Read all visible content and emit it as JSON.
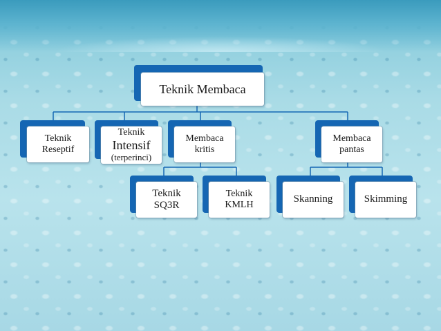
{
  "diagram": {
    "root": "Teknik Membaca",
    "level1": [
      {
        "id": "reseptif",
        "label": "Teknik\nReseptif"
      },
      {
        "id": "intensif",
        "line1": "Teknik",
        "line2": "Intensif",
        "line3": "(terperinci)"
      },
      {
        "id": "kritis",
        "label": "Membaca\nkritis"
      },
      {
        "id": "pantas",
        "label": "Membaca\npantas"
      }
    ],
    "level2": [
      {
        "id": "sq3r",
        "label": "Teknik\nSQ3R"
      },
      {
        "id": "kmlh",
        "label": "Teknik\nKMLH"
      },
      {
        "id": "skanning",
        "label": "Skanning"
      },
      {
        "id": "skimming",
        "label": "Skimming"
      }
    ]
  },
  "colors": {
    "accent": "#1566b3",
    "connector": "#1566b3"
  }
}
